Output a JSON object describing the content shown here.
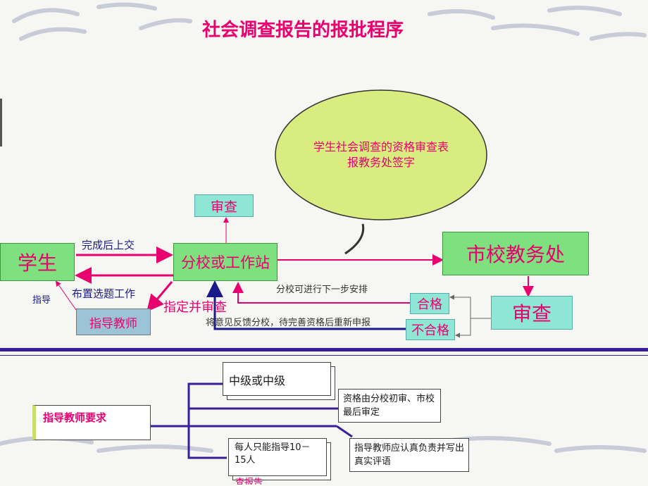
{
  "title": "社会调查报告的报批程序",
  "callout": {
    "line1": "学生社会调查的资格审查表",
    "line2": "报教务处签字"
  },
  "nodes": {
    "student": "学生",
    "station": "分校或工作站",
    "review_top": "审查",
    "city_office": "市校教务处",
    "review_right": "审查",
    "pass": "合格",
    "fail": "不合格",
    "advisor": "指导教师"
  },
  "edge_labels": {
    "submit": "完成后上交",
    "assign": "布置选题工作",
    "guide": "指导",
    "designate": "指定并审查",
    "next_step": "分校可进行下一步安排",
    "feedback": "将意见反馈分校，待完善资格后重新申报"
  },
  "requirements": {
    "root": "指导教师要求",
    "items": [
      "中级或中级",
      "资格由分校初审、市校最后审定",
      "每人只能指导10－15人",
      "指导教师应认真负责并写出真实评语"
    ],
    "fragment": "查报告"
  },
  "colors": {
    "title": "#e8006e",
    "arrow_pink": "#e8006e",
    "arrow_navy": "#1a1a8a",
    "divider": "#3a1f9a",
    "ellipse": "#d8ec80"
  }
}
